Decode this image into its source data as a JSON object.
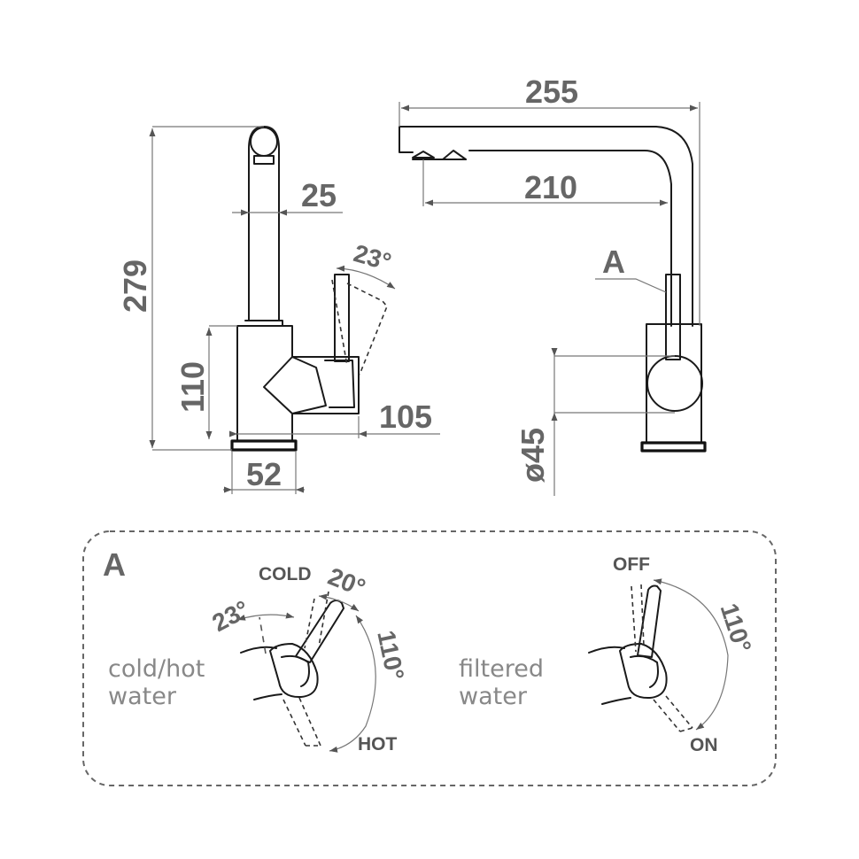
{
  "dimensions": {
    "width_255": "255",
    "reach_210": "210",
    "height_279": "279",
    "spout_25": "25",
    "body_110": "110",
    "base_52": "52",
    "lever_105": "105",
    "lever_angle_23": "23°",
    "diameter_45": "ø45",
    "detail_ref_a": "A"
  },
  "detail": {
    "title": "A",
    "mixer": {
      "caption_line1": "cold/hot",
      "caption_line2": "water",
      "cold_label": "COLD",
      "hot_label": "HOT",
      "angle_23": "23°",
      "angle_20": "20°",
      "angle_110": "110°"
    },
    "filter": {
      "caption_line1": "filtered",
      "caption_line2": "water",
      "off_label": "OFF",
      "on_label": "ON",
      "angle_110": "110°"
    }
  },
  "colors": {
    "line": "#1a1a1a",
    "dimension_text": "#666666",
    "caption_text": "#888888",
    "border_dash": "#666666"
  }
}
